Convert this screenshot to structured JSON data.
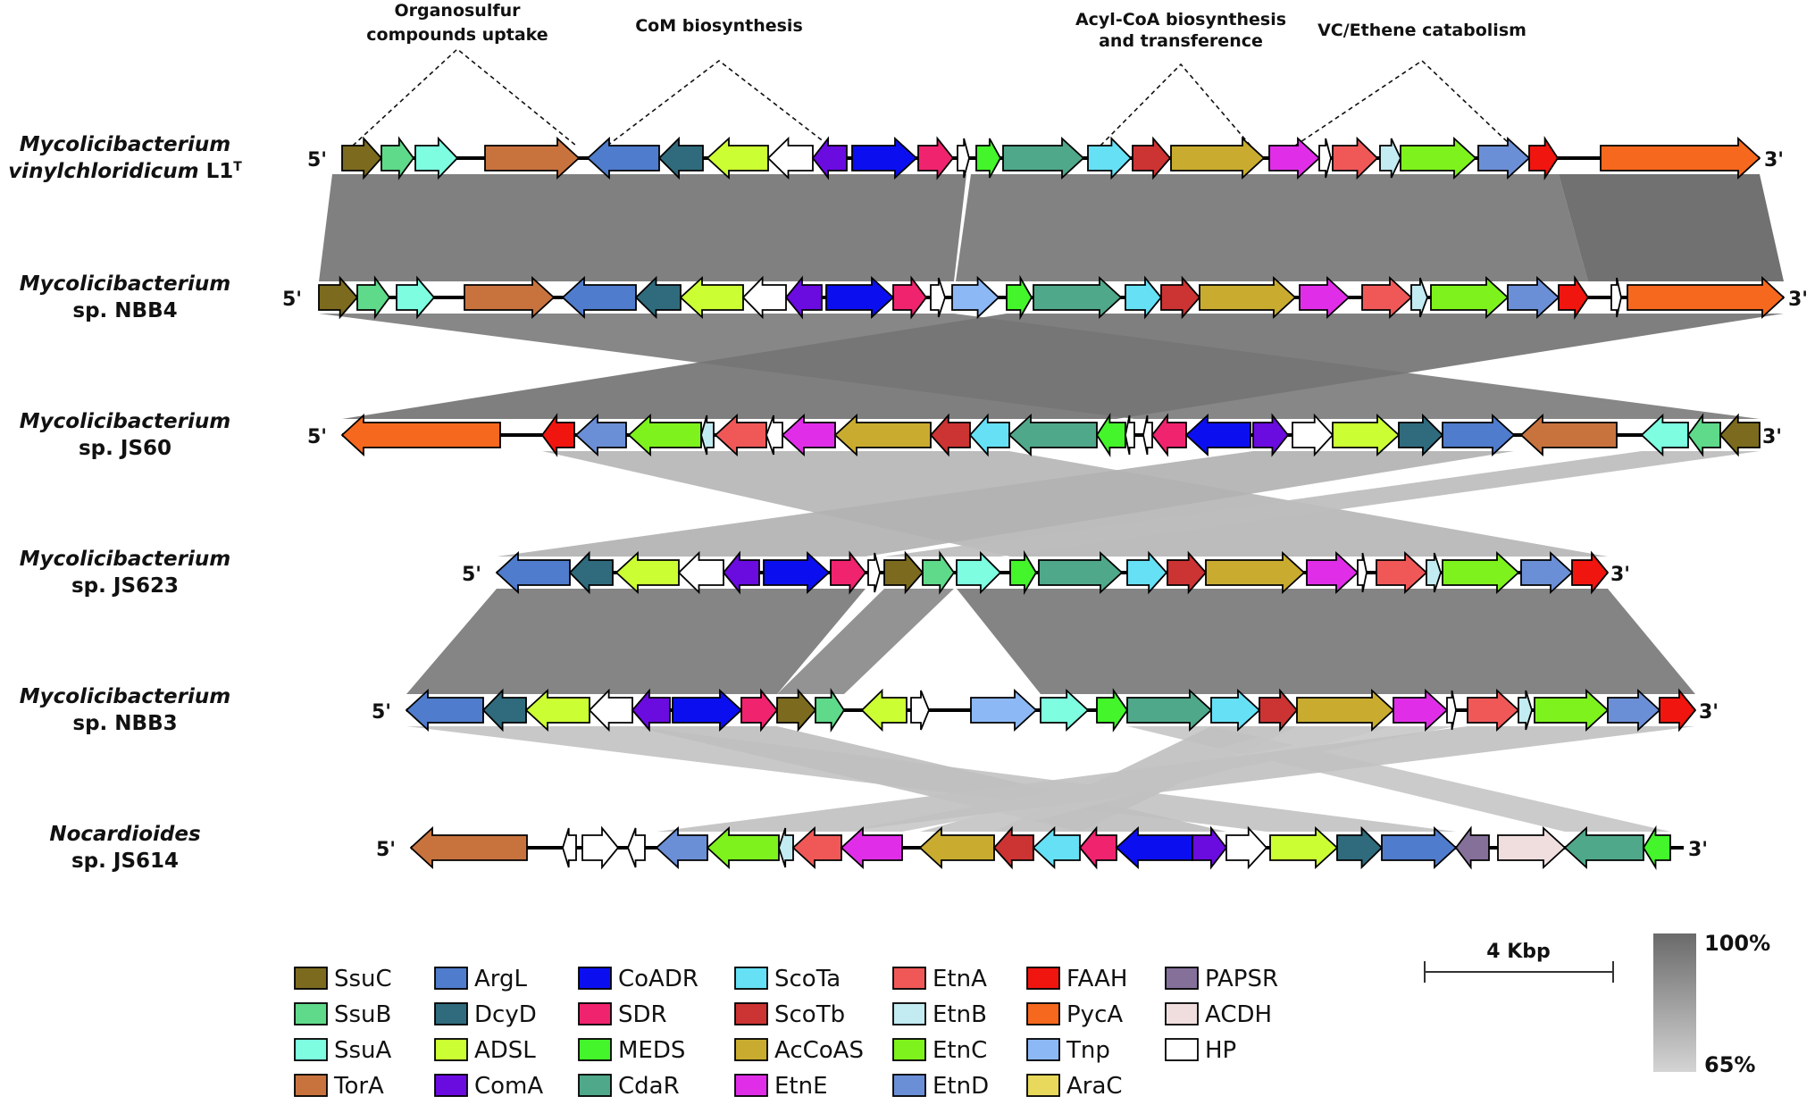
{
  "module_labels": [
    {
      "lines": [
        "Organosulfur",
        "compounds uptake"
      ]
    },
    {
      "lines": [
        "CoM biosynthesis"
      ]
    },
    {
      "lines": [
        "Acyl-CoA biosynthesis",
        "and transference"
      ]
    },
    {
      "lines": [
        "VC/Ethene catabolism"
      ]
    }
  ],
  "genomes": [
    {
      "name_lines": [
        "Mycolicibacterium",
        "vinylchloridicum L1"
      ],
      "superscript": "T",
      "end5": "5'",
      "end3": "3'"
    },
    {
      "name_lines": [
        "Mycolicibacterium",
        "sp. NBB4"
      ],
      "superscript": "",
      "end5": "5'",
      "end3": "3'"
    },
    {
      "name_lines": [
        "Mycolicibacterium",
        "sp. JS60"
      ],
      "superscript": "",
      "end5": "5'",
      "end3": "3'"
    },
    {
      "name_lines": [
        "Mycolicibacterium",
        "sp. JS623"
      ],
      "superscript": "",
      "end5": "5'",
      "end3": "3'"
    },
    {
      "name_lines": [
        "Mycolicibacterium",
        "sp. NBB3"
      ],
      "superscript": "",
      "end5": "5'",
      "end3": "3'"
    },
    {
      "name_lines": [
        "Nocardioides",
        "sp. JS614"
      ],
      "superscript": "",
      "end5": "5'",
      "end3": "3'"
    }
  ],
  "legend": [
    {
      "label": "SsuC",
      "color": "#7c6b1e"
    },
    {
      "label": "SsuB",
      "color": "#5fd98a"
    },
    {
      "label": "SsuA",
      "color": "#7efde0"
    },
    {
      "label": "TorA",
      "color": "#c8733e"
    },
    {
      "label": "ArgL",
      "color": "#4f7ccc"
    },
    {
      "label": "DcyD",
      "color": "#2f6b7c"
    },
    {
      "label": "ADSL",
      "color": "#ccff33"
    },
    {
      "label": "ComA",
      "color": "#6a0be0"
    },
    {
      "label": "CoADR",
      "color": "#0b0ff0"
    },
    {
      "label": "SDR",
      "color": "#f0236e"
    },
    {
      "label": "MEDS",
      "color": "#43f52a"
    },
    {
      "label": "CdaR",
      "color": "#4fa889"
    },
    {
      "label": "ScoTa",
      "color": "#66e0f5"
    },
    {
      "label": "ScoTb",
      "color": "#cc3333"
    },
    {
      "label": "AcCoAS",
      "color": "#c9ac2f"
    },
    {
      "label": "EtnE",
      "color": "#e02ee8"
    },
    {
      "label": "EtnA",
      "color": "#f05858"
    },
    {
      "label": "EtnB",
      "color": "#c2ebf2"
    },
    {
      "label": "EtnC",
      "color": "#7ef21c"
    },
    {
      "label": "EtnD",
      "color": "#6b8fd6"
    },
    {
      "label": "FAAH",
      "color": "#f0150f"
    },
    {
      "label": "PycA",
      "color": "#f5681e"
    },
    {
      "label": "Tnp",
      "color": "#8cb8f5"
    },
    {
      "label": "AraC",
      "color": "#e8d85c"
    },
    {
      "label": "PAPSR",
      "color": "#85709a"
    },
    {
      "label": "ACDH",
      "color": "#f0dede"
    },
    {
      "label": "HP",
      "color": "#ffffff"
    }
  ],
  "scale_bar": {
    "label": "4 Kbp"
  },
  "identity_scale": {
    "max_label": "100%",
    "min_label": "65%",
    "max_color": "#6a6a6a",
    "min_color": "#d4d4d4"
  }
}
